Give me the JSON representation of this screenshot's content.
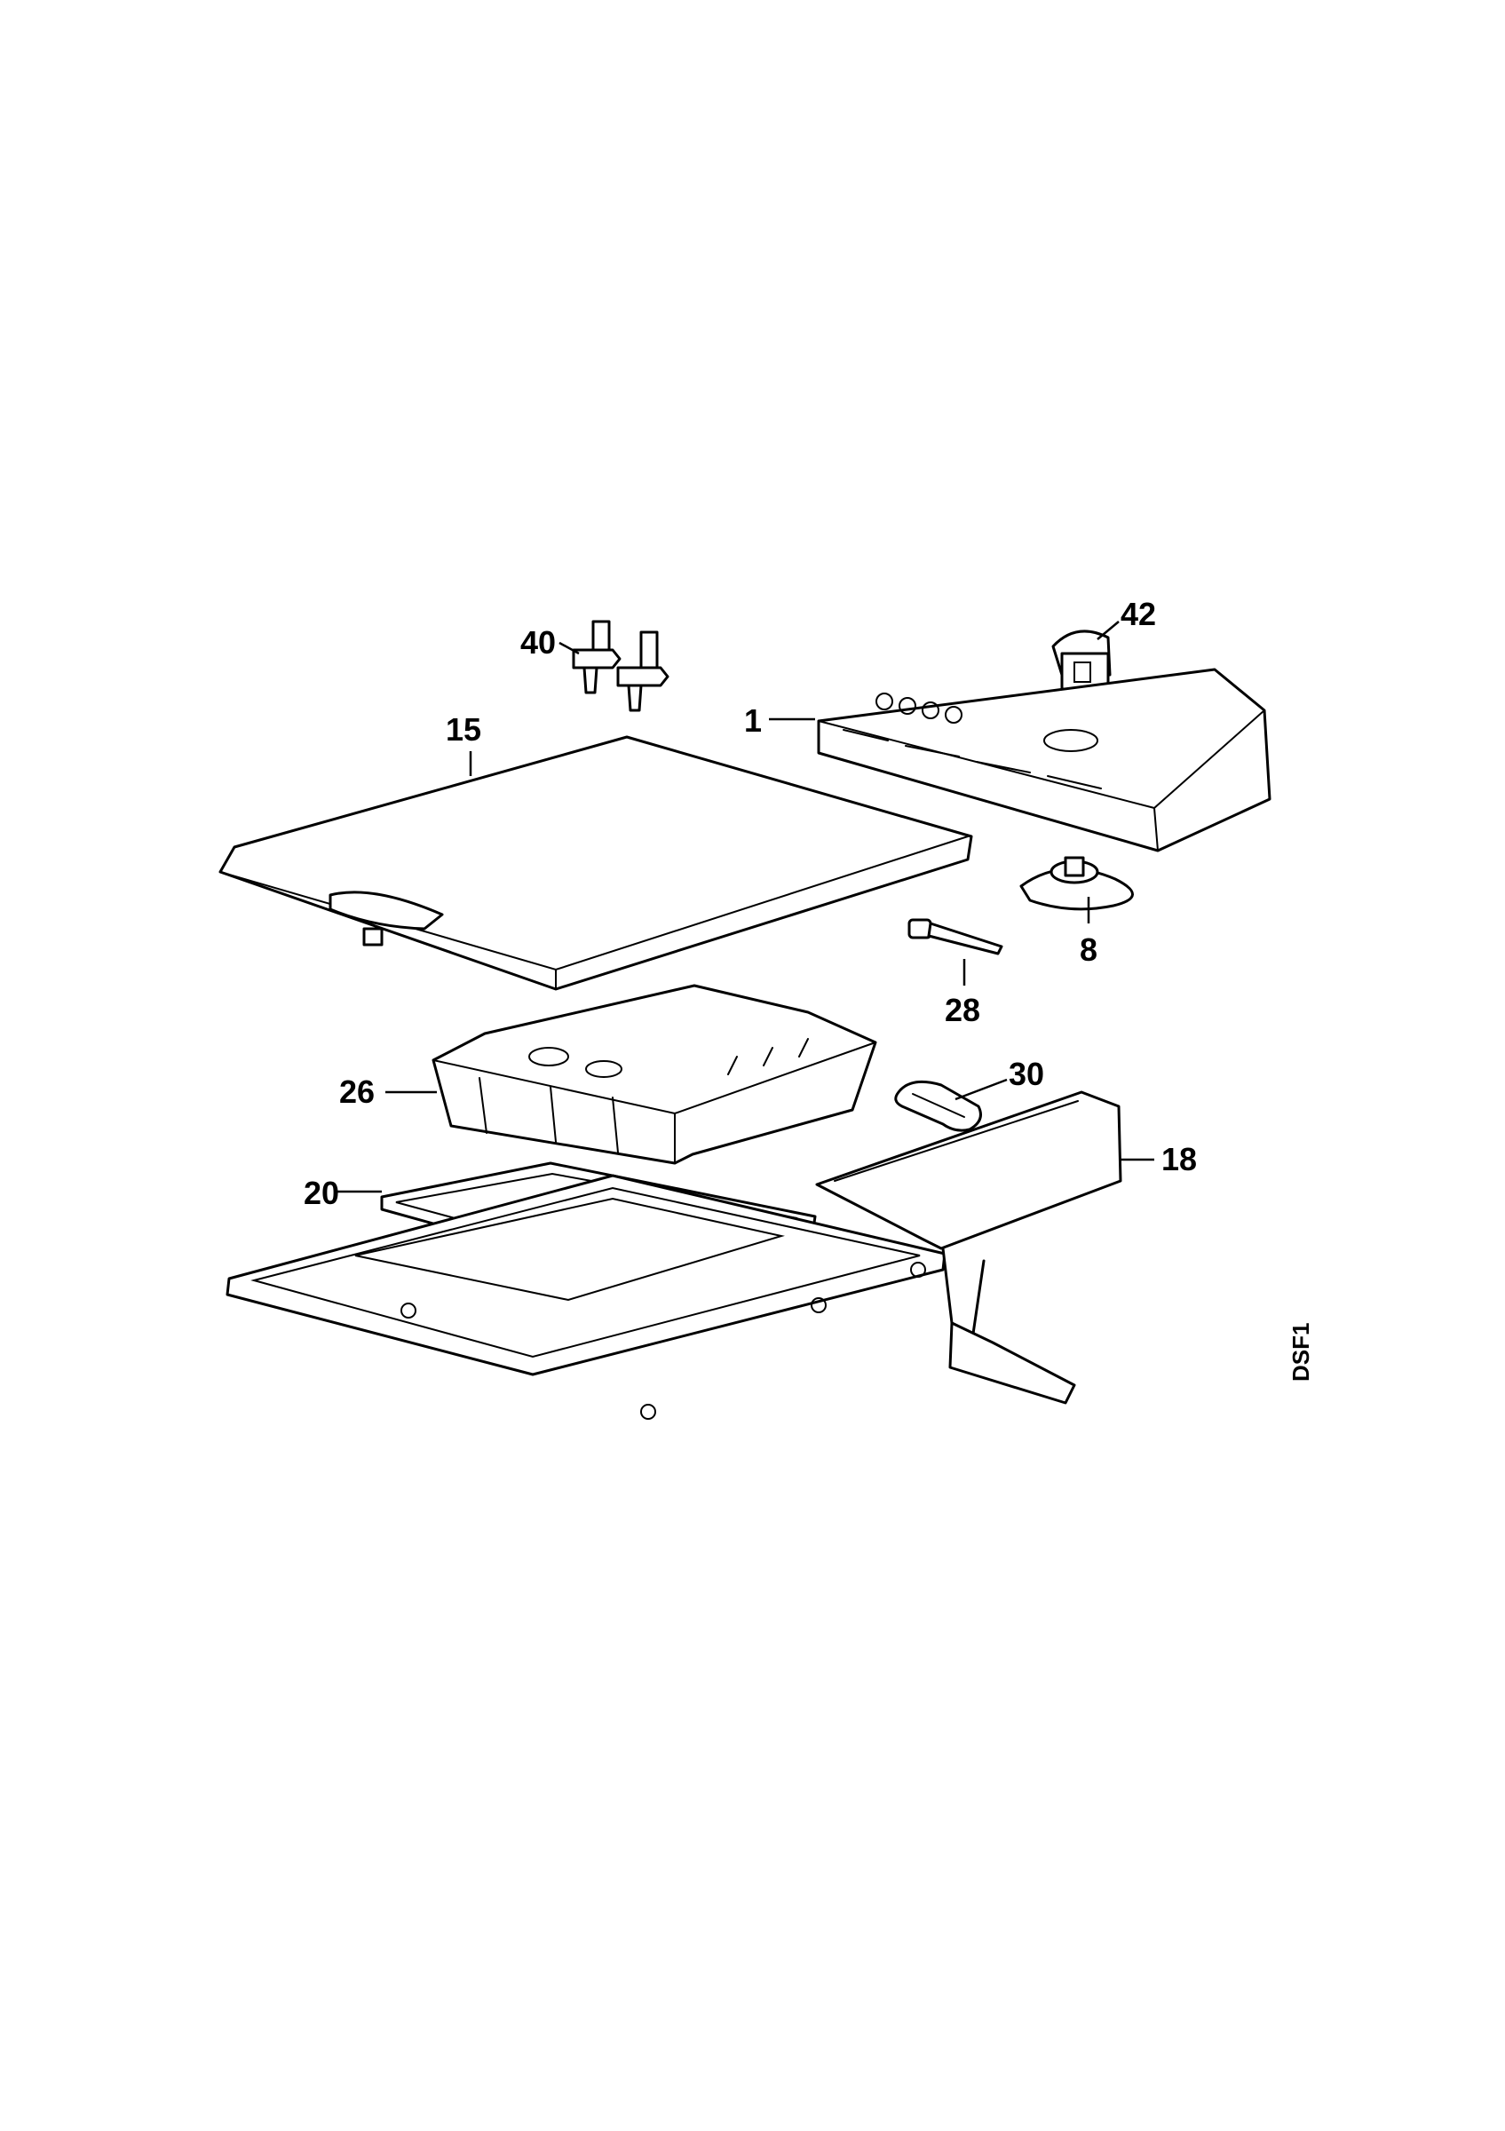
{
  "diagram_code": "DSF1",
  "callouts": {
    "c40": "40",
    "c42": "42",
    "c1": "1",
    "c15": "15",
    "c8": "8",
    "c28": "28",
    "c30": "30",
    "c26": "26",
    "c18": "18",
    "c20": "20"
  }
}
